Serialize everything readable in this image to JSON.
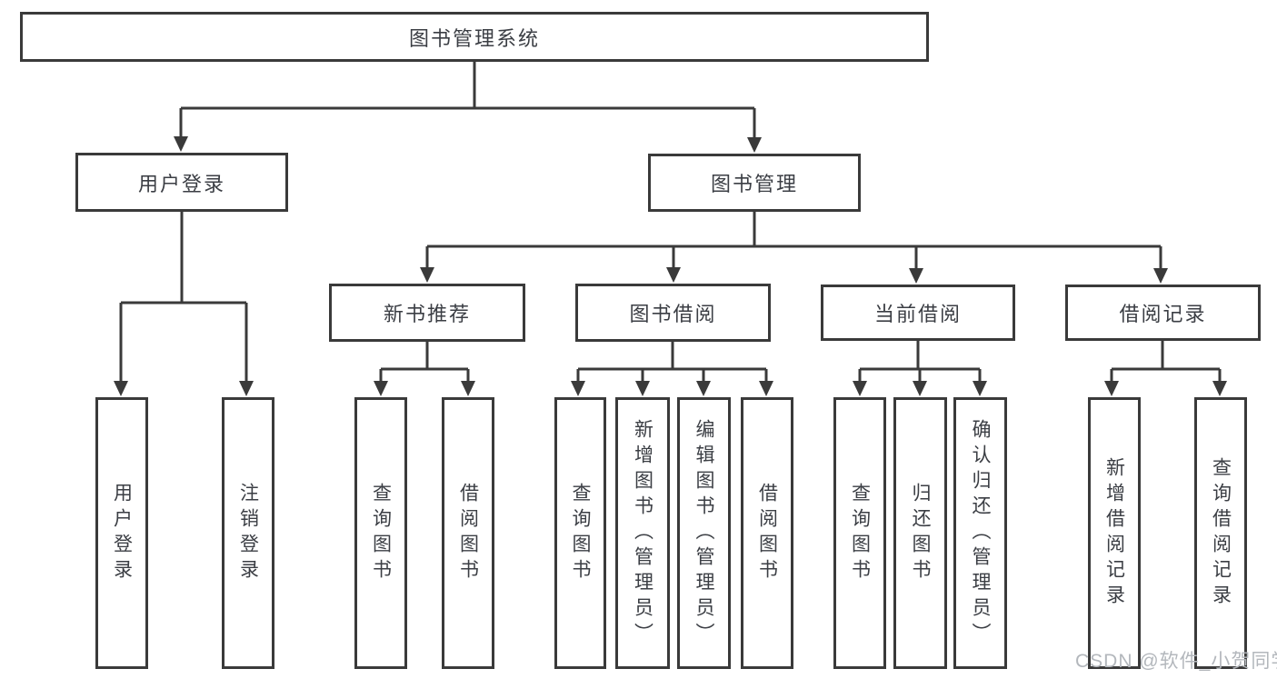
{
  "diagram": {
    "root": {
      "label": "图书管理系统"
    },
    "branches": [
      {
        "label": "用户登录",
        "children": [
          {
            "label": "用户登录"
          },
          {
            "label": "注销登录"
          }
        ]
      },
      {
        "label": "图书管理",
        "sections": [
          {
            "label": "新书推荐",
            "children": [
              {
                "label": "查询图书"
              },
              {
                "label": "借阅图书"
              }
            ]
          },
          {
            "label": "图书借阅",
            "children": [
              {
                "label": "查询图书"
              },
              {
                "label": "新增图书（管理员）"
              },
              {
                "label": "编辑图书（管理员）"
              },
              {
                "label": "借阅图书"
              }
            ]
          },
          {
            "label": "当前借阅",
            "children": [
              {
                "label": "查询图书"
              },
              {
                "label": "归还图书"
              },
              {
                "label": "确认归还（管理员）"
              }
            ]
          },
          {
            "label": "借阅记录",
            "children": [
              {
                "label": "新增借阅记录"
              },
              {
                "label": "查询借阅记录"
              }
            ]
          }
        ]
      }
    ]
  },
  "watermark": {
    "text": "CSDN @软件_小贺同学"
  },
  "colors": {
    "line": "#3a3a3a",
    "text": "#3b3e44",
    "watermark": "#b3b7bc",
    "background": "#ffffff"
  }
}
